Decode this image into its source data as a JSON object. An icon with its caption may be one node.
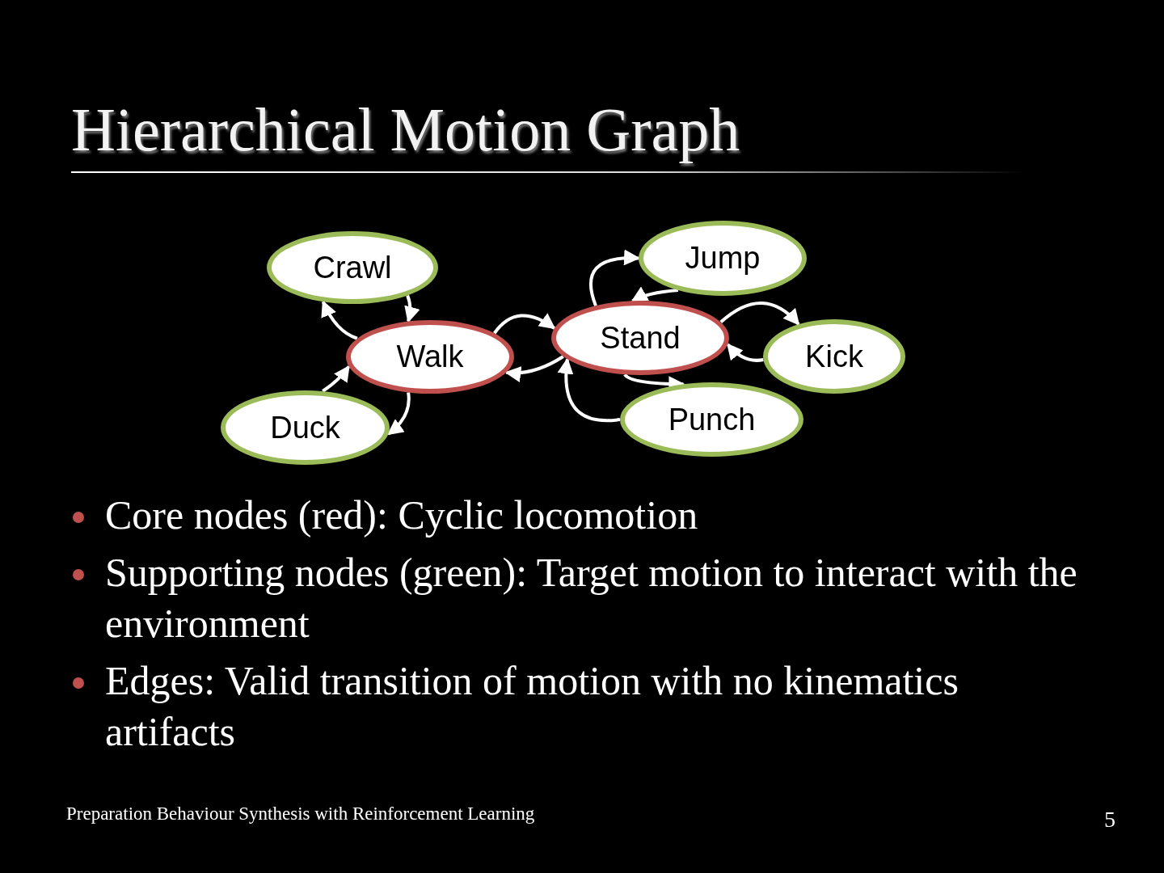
{
  "diagram": {
    "title": "Hierarchical Motion Graph",
    "nodes": [
      {
        "text": [
          "Crawl"
        ]
      },
      {
        "text": [
          "Jump"
        ]
      },
      {
        "text": [
          "Walk"
        ]
      },
      {
        "text": [
          "Stand"
        ]
      },
      {
        "text": [
          "Kick"
        ]
      },
      {
        "text": [
          "Duck"
        ]
      },
      {
        "text": [
          "Punch"
        ]
      }
    ],
    "edges": [
      {
        "from": 0,
        "to": 2,
        "arrow": "to"
      },
      {
        "from": 2,
        "to": 0,
        "arrow": "to"
      },
      {
        "from": 5,
        "to": 2,
        "arrow": "to"
      },
      {
        "from": 2,
        "to": 5,
        "arrow": "to"
      },
      {
        "from": 2,
        "to": 3,
        "arrow": "to"
      },
      {
        "from": 3,
        "to": 2,
        "arrow": "to"
      },
      {
        "from": 3,
        "to": 1,
        "arrow": "to"
      },
      {
        "from": 1,
        "to": 3,
        "arrow": "to"
      },
      {
        "from": 3,
        "to": 4,
        "arrow": "to"
      },
      {
        "from": 4,
        "to": 3,
        "arrow": "to"
      },
      {
        "from": 3,
        "to": 6,
        "arrow": "to"
      },
      {
        "from": 6,
        "to": 3,
        "arrow": "to"
      }
    ],
    "labels": [
      "Core nodes (red): Cyclic locomotion",
      "Supporting nodes (green): Target motion to interact with the environment",
      "Edges: Valid transition of motion with no kinematics artifacts",
      "Preparation Behaviour Synthesis with Reinforcement Learning",
      "5"
    ]
  }
}
